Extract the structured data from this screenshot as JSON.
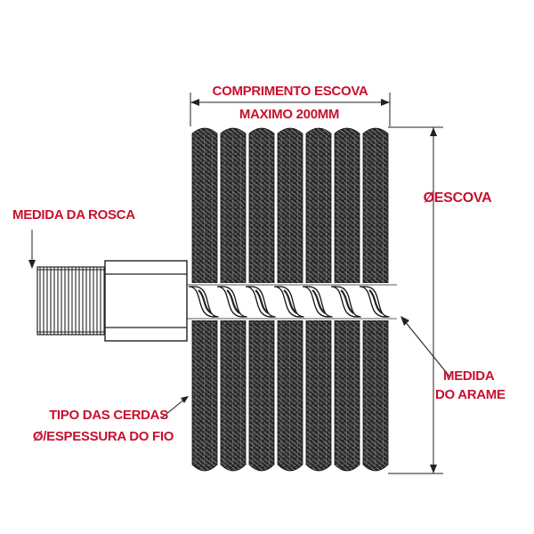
{
  "labels": {
    "length": "COMPRIMENTO ESCOVA",
    "max_length": "MAXIMO 200MM",
    "thread": "MEDIDA DA ROSCA",
    "diameter": "ØESCOVA",
    "wire_line1": "MEDIDA",
    "wire_line2": "DO ARAME",
    "bristle_line1": "TIPO DAS CERDAS",
    "bristle_line2": "Ø/ESPESSURA DO FIO"
  },
  "colors": {
    "label": "#c8102e",
    "ink": "#1a1a1a",
    "bristle_dark": "#2b2b2b",
    "bristle_mid": "#555555"
  },
  "bristle_columns": 7
}
